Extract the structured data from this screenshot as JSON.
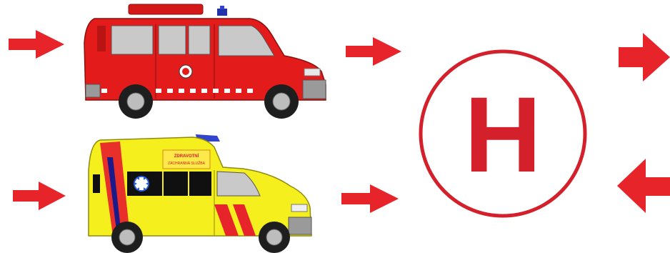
{
  "colors": {
    "arrow": "#e8242b",
    "helipad": "#d4202a",
    "fire_truck": "#e31b1b",
    "ambulance": "#f5ef1e",
    "ambulance_stripe": "#e8242b",
    "ambulance_dark_stripe": "#1a1a8a",
    "background": "#ffffff"
  },
  "helipad": {
    "letter": "H"
  },
  "ambulance": {
    "sign_line1": "ZDRAVOTNÍ",
    "sign_line2": "ZÁCHRANNÁ SLUŽBA"
  },
  "icons": [
    "arrow-right-icon",
    "fire-rescue-van-icon",
    "ambulance-icon",
    "helipad-icon",
    "arrow-left-icon",
    "star-of-life-icon",
    "emergency-light-icon"
  ]
}
